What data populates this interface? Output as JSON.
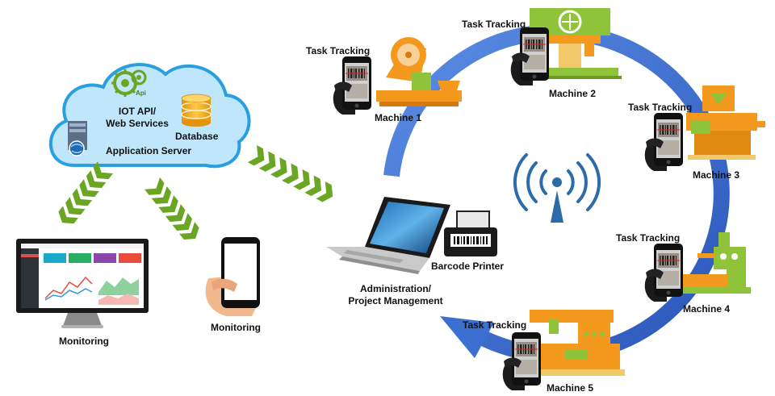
{
  "cloud": {
    "api_label_line1": "IOT API/",
    "api_label_line2": "Web Services",
    "database_label": "Database",
    "server_label": "Application Server",
    "api_badge": "Api"
  },
  "monitoring": {
    "desktop_label": "Monitoring",
    "mobile_label": "Monitoring"
  },
  "admin": {
    "label_line1": "Administration/",
    "label_line2": "Project Management",
    "printer_label": "Barcode Printer"
  },
  "machines": [
    {
      "task_label": "Task Tracking",
      "machine_label": "Machine 1"
    },
    {
      "task_label": "Task Tracking",
      "machine_label": "Machine 2"
    },
    {
      "task_label": "Task Tracking",
      "machine_label": "Machine 3"
    },
    {
      "task_label": "Task Tracking",
      "machine_label": "Machine 4"
    },
    {
      "task_label": "Task Tracking",
      "machine_label": "Machine 5"
    }
  ],
  "colors": {
    "cloud_fill": "#bfe6fb",
    "cloud_stroke": "#2a9fe0",
    "cycle_ring": "#3b6fd0",
    "chevron_green": "#6aa523",
    "machine_orange": "#f39a1e",
    "machine_green": "#8fc33a",
    "wifi_blue": "#2b6ca8"
  }
}
